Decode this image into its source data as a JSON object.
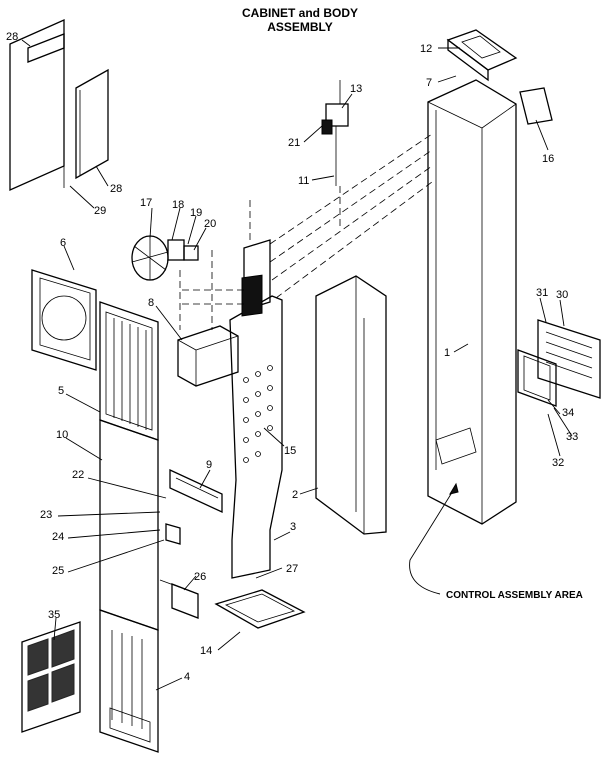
{
  "title_line1": "CABINET and BODY",
  "title_line2": "ASSEMBLY",
  "callouts": {
    "c1": "1",
    "c2": "2",
    "c3": "3",
    "c4": "4",
    "c5": "5",
    "c6": "6",
    "c7": "7",
    "c8": "8",
    "c9": "9",
    "c10": "10",
    "c11": "11",
    "c12": "12",
    "c13": "13",
    "c14": "14",
    "c15": "15",
    "c16": "16",
    "c17": "17",
    "c18": "18",
    "c19": "19",
    "c20": "20",
    "c21": "21",
    "c22": "22",
    "c23": "23",
    "c24": "24",
    "c25": "25",
    "c26": "26",
    "c27": "27",
    "c28a": "28",
    "c28b": "28",
    "c29": "29",
    "c30": "30",
    "c31": "31",
    "c32": "32",
    "c33": "33",
    "c34": "34",
    "c35": "35"
  },
  "control_area_label": "CONTROL ASSEMBLY AREA"
}
